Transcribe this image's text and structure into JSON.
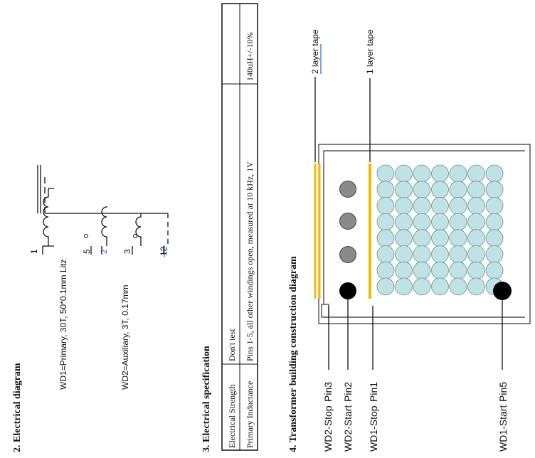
{
  "sections": {
    "electrical_diagram": "2.  Electrical diagram",
    "electrical_spec": "3.  Electrical specification",
    "construction": "4.  Transformer building construction diagram"
  },
  "windings": {
    "wd1": "WD1=Primary, 30T, 50*0.1mm Litz",
    "wd2": "WD2=Auxiliary, 3T, 0.17mm"
  },
  "pins": {
    "p1": "1",
    "p5": "5",
    "p2": "2",
    "p3": "3",
    "p12": "12"
  },
  "spec_table": {
    "rows": [
      {
        "param": "Electrical Strength",
        "condition": "Don't test",
        "value": ""
      },
      {
        "param": "Primary Inductance",
        "condition": "Pins 1-5, all other windings open, measured at 10 kHz, 1V",
        "value": "140uH+/-10%"
      }
    ]
  },
  "construction_labels": {
    "tape2": "2 layer tape",
    "tape1": "1 layer tape",
    "wd2_stop": "WD2-Stop",
    "pin3": "Pin3",
    "wd2_start": "WD2-Start",
    "pin2": "Pin2",
    "wd1_stop": "WD1-Stop",
    "pin1": "Pin1",
    "wd1_start": "WD1-Start",
    "pin5": "Pin5"
  },
  "colors": {
    "tape": "#f5b800",
    "wd1_wire": "#bfe3e5",
    "wd2_wire": "#8a8a8a",
    "terminal": "#000000",
    "underline": "#2a5fd0"
  }
}
